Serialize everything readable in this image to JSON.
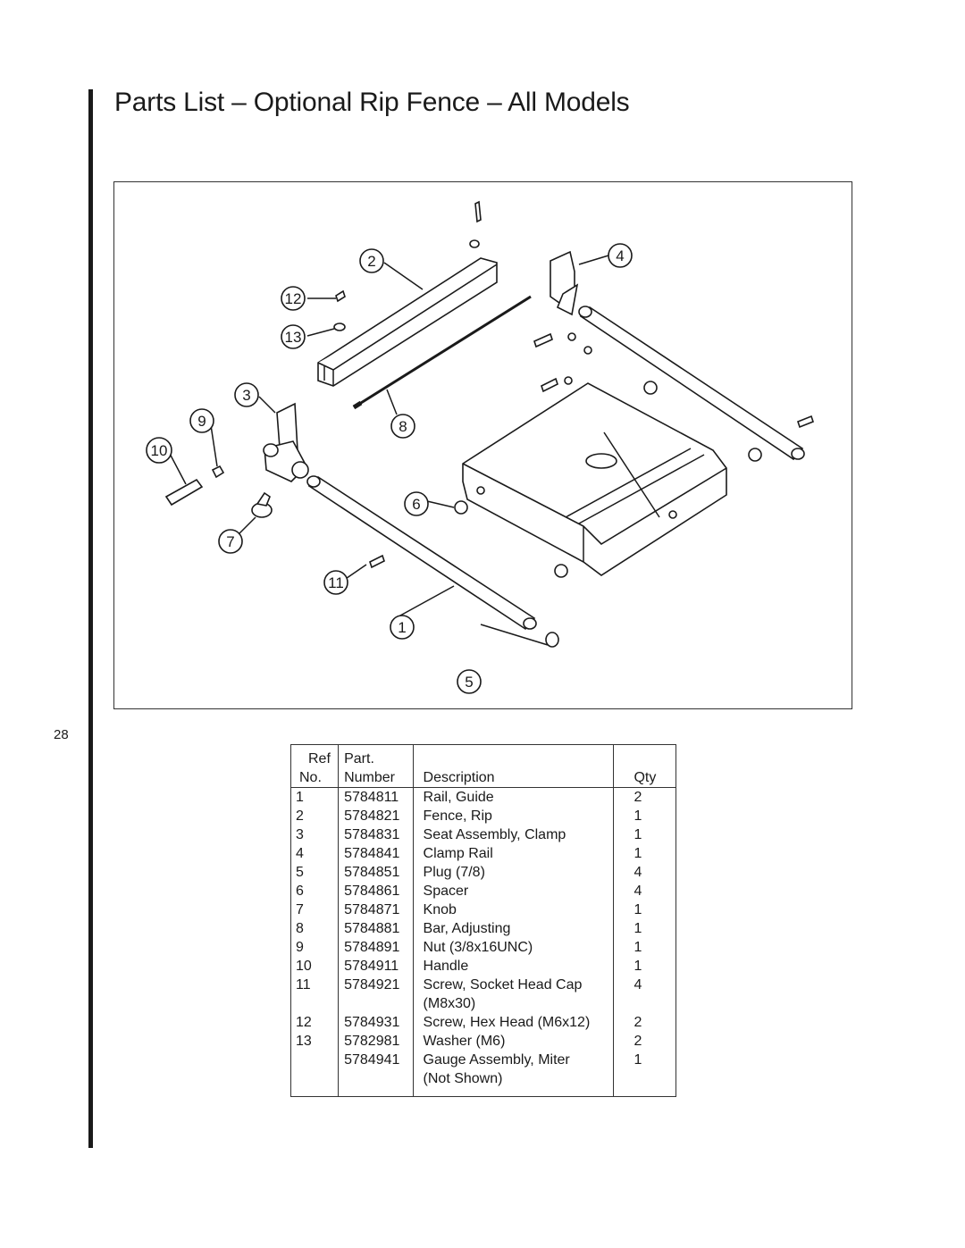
{
  "page": {
    "title": "Parts List – Optional Rip Fence – All Models",
    "page_number": "28"
  },
  "diagram": {
    "callouts": [
      {
        "id": "callout-1",
        "label": "1"
      },
      {
        "id": "callout-2",
        "label": "2"
      },
      {
        "id": "callout-3",
        "label": "3"
      },
      {
        "id": "callout-4",
        "label": "4"
      },
      {
        "id": "callout-5",
        "label": "5"
      },
      {
        "id": "callout-6",
        "label": "6"
      },
      {
        "id": "callout-7",
        "label": "7"
      },
      {
        "id": "callout-8",
        "label": "8"
      },
      {
        "id": "callout-9",
        "label": "9"
      },
      {
        "id": "callout-10",
        "label": "10"
      },
      {
        "id": "callout-11",
        "label": "11"
      },
      {
        "id": "callout-12",
        "label": "12"
      },
      {
        "id": "callout-13",
        "label": "13"
      }
    ]
  },
  "table": {
    "header_line1": [
      "Ref",
      "Part.",
      "",
      ""
    ],
    "header_line2": [
      "No.",
      "Number",
      "Description",
      "Qty"
    ],
    "rows": [
      {
        "ref": "1",
        "part": "5784811",
        "desc": "Rail, Guide",
        "qty": "2"
      },
      {
        "ref": "2",
        "part": "5784821",
        "desc": "Fence, Rip",
        "qty": "1"
      },
      {
        "ref": "3",
        "part": "5784831",
        "desc": "Seat Assembly, Clamp",
        "qty": "1"
      },
      {
        "ref": "4",
        "part": "5784841",
        "desc": "Clamp Rail",
        "qty": "1"
      },
      {
        "ref": "5",
        "part": "5784851",
        "desc": "Plug (7/8)",
        "qty": "4"
      },
      {
        "ref": "6",
        "part": "5784861",
        "desc": "Spacer",
        "qty": "4"
      },
      {
        "ref": "7",
        "part": "5784871",
        "desc": "Knob",
        "qty": "1"
      },
      {
        "ref": "8",
        "part": "5784881",
        "desc": "Bar, Adjusting",
        "qty": "1"
      },
      {
        "ref": "9",
        "part": "5784891",
        "desc": "Nut (3/8x16UNC)",
        "qty": "1"
      },
      {
        "ref": "10",
        "part": "5784911",
        "desc": "Handle",
        "qty": "1"
      },
      {
        "ref": "11",
        "part": "5784921",
        "desc": "Screw, Socket Head Cap",
        "qty": "4"
      },
      {
        "ref": "",
        "part": "",
        "desc": "(M8x30)",
        "qty": ""
      },
      {
        "ref": "12",
        "part": "5784931",
        "desc": "Screw, Hex Head (M6x12)",
        "qty": "2"
      },
      {
        "ref": "13",
        "part": "5782981",
        "desc": "Washer (M6)",
        "qty": "2"
      },
      {
        "ref": "",
        "part": "5784941",
        "desc": "Gauge Assembly, Miter",
        "qty": "1"
      },
      {
        "ref": "",
        "part": "",
        "desc": "(Not Shown)",
        "qty": ""
      }
    ]
  }
}
